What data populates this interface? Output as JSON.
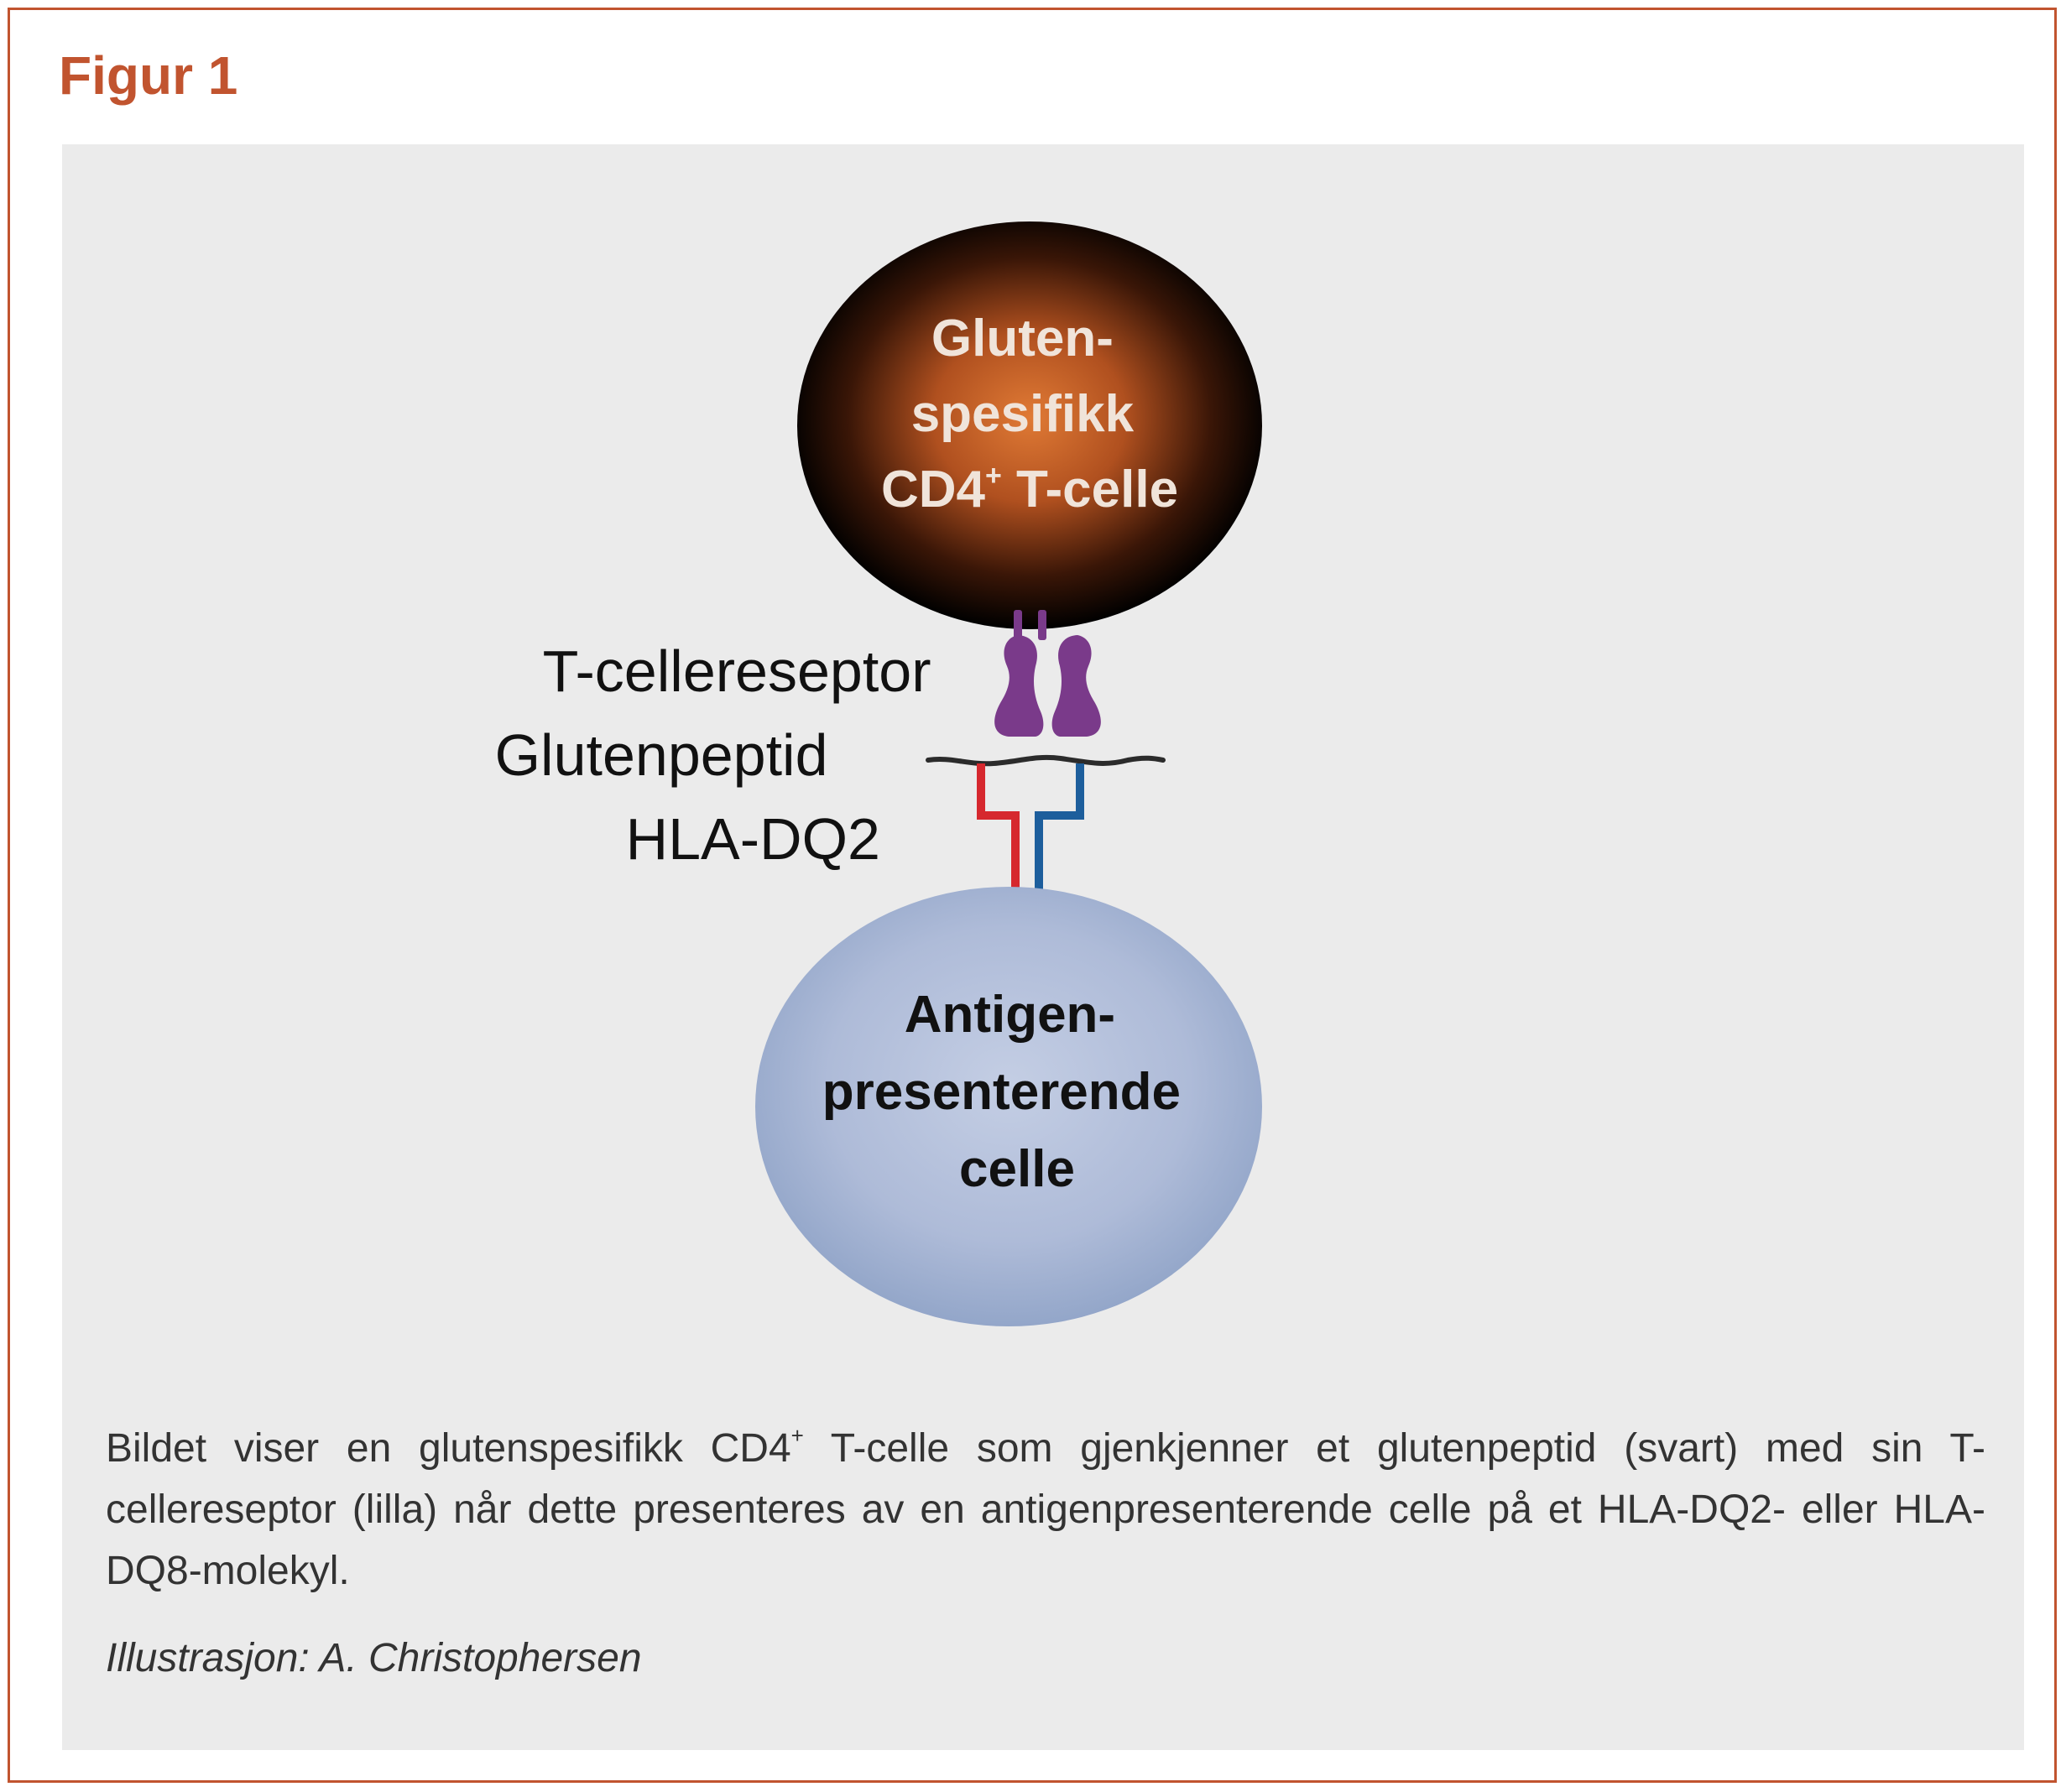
{
  "figure": {
    "title": "Figur 1"
  },
  "diagram": {
    "tcell": {
      "line1": "Gluten-",
      "line2": "spesifikk",
      "line3_main": "CD4",
      "line3_sup": "+",
      "line3_rest": " T-celle"
    },
    "apc": {
      "line1": "Antigen-",
      "line2": "presenterende",
      "line3": "celle"
    },
    "labels": {
      "receptor": "T-cellereseptor",
      "peptide": "Glutenpeptid",
      "hla": "HLA-DQ2"
    },
    "colors": {
      "accent": "#c1542f",
      "tcell_center": "#e07a35",
      "tcell_edge": "#000000",
      "apc_center": "#c4cee4",
      "apc_edge": "#93a6c9",
      "receptor": "#7a3a8a",
      "peptide": "#2b2b2b",
      "hla_alpha": "#d6282e",
      "hla_beta": "#1d5e9c"
    }
  },
  "caption": {
    "part1": "Bildet viser en glutenspesifikk CD4",
    "sup": "+",
    "part2": " T-celle som gjenkjenner et glutenpeptid (svart) med sin T-cellereseptor (lilla) når dette presenteres av en antigenpresenterende celle på et HLA-DQ2- eller HLA-DQ8-molekyl.",
    "credit": "Illustrasjon: A. Christophersen"
  }
}
